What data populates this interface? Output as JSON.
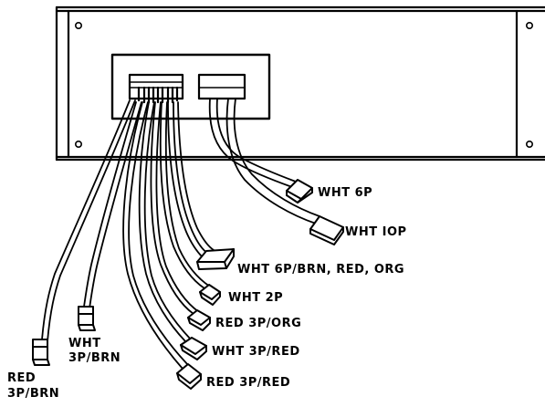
{
  "colors": {
    "ink": "#000000",
    "paper": "#ffffff"
  },
  "labels": {
    "wht_6p": "WHT 6P",
    "wht_10p": "WHT IOP",
    "wht_6p_brn_red_org": "WHT 6P/BRN, RED, ORG",
    "wht_2p": "WHT 2P",
    "red_3p_org": "RED 3P/ORG",
    "wht_3p_red": "WHT 3P/RED",
    "red_3p_red": "RED 3P/RED",
    "wht_3p_brn_line1": "WHT",
    "wht_3p_brn_line2": "3P/BRN",
    "red_3p_brn_line1": "RED",
    "red_3p_brn_line2": "3P/BRN"
  }
}
